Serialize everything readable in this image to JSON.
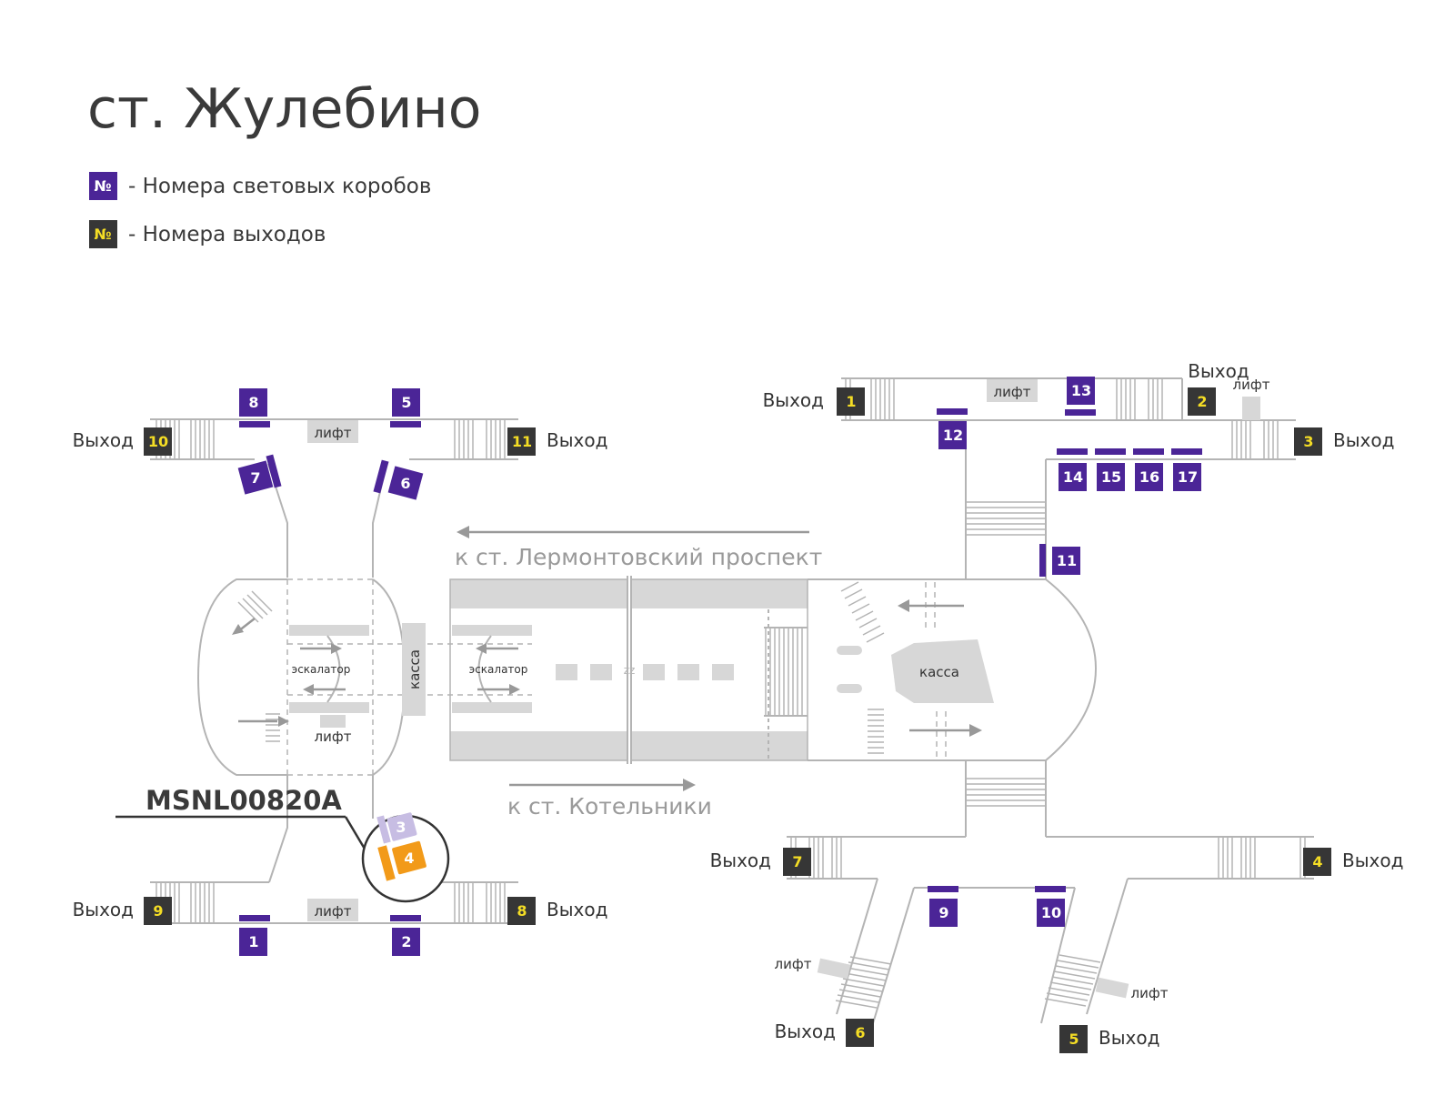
{
  "title": "ст. Жулебино",
  "legend": {
    "box_symbol": "№",
    "box_text": "- Номера световых коробов",
    "exit_symbol": "№",
    "exit_text": "- Номера выходов"
  },
  "colors": {
    "box": "#4b2597",
    "exit": "#363636",
    "exit_number": "#f4dd25",
    "highlight": "#f29a19",
    "highlight_light": "#c7bde3",
    "structure": "#d7d7d7",
    "lines": "#b4b4b4"
  },
  "directions": {
    "to_left": "к ст. Лермонтовский проспект",
    "to_right": "к ст. Котельники"
  },
  "labels": {
    "lift": "лифт",
    "escalator": "эскалатор",
    "kassa": "касса",
    "exit_word": "Выход",
    "zz": "zz"
  },
  "highlight_code": "MSNL00820A",
  "west_hall": {
    "boxes": [
      "8",
      "5",
      "7",
      "6",
      "3",
      "4",
      "1",
      "2"
    ],
    "exits": [
      "10",
      "11",
      "9",
      "8"
    ]
  },
  "east_hall": {
    "boxes": [
      "13",
      "12",
      "14",
      "15",
      "16",
      "17",
      "11",
      "9",
      "10"
    ],
    "exits": [
      "1",
      "2",
      "3",
      "7",
      "4",
      "6",
      "5"
    ]
  }
}
